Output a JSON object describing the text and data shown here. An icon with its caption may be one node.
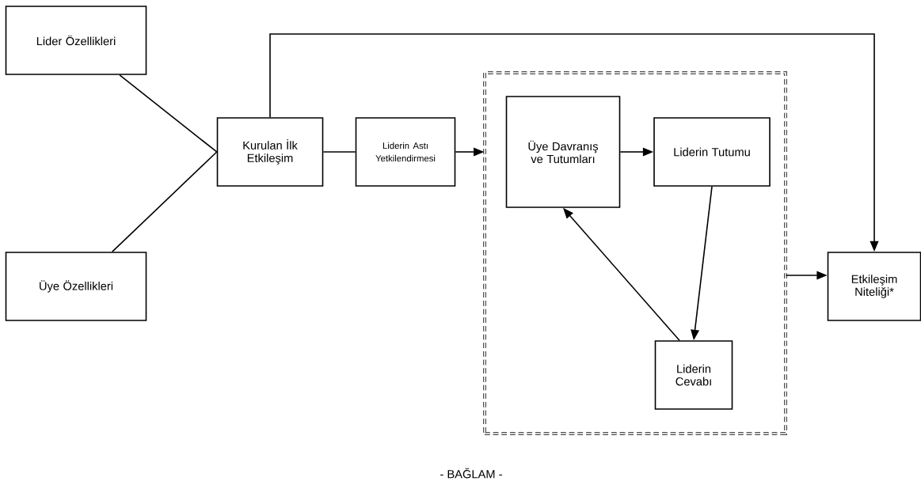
{
  "diagram": {
    "nodes": [
      {
        "text": [
          "Lider Özellikleri"
        ]
      },
      {
        "text": [
          "Üye Özellikleri"
        ]
      },
      {
        "text": [
          "Kurulan İlk Etkileşim"
        ]
      },
      {
        "text": [
          "Liderin Astı Yetkilendirmesi"
        ]
      },
      {
        "text": [],
        "shape": "box"
      },
      {
        "text": [
          "Üye Davranış ve Tutumları"
        ],
        "in": 4
      },
      {
        "text": [
          "Liderin Tutumu"
        ],
        "in": 4
      },
      {
        "text": [
          "Liderin Cevabı"
        ],
        "in": 4
      },
      {
        "text": [
          "Etkileşim Niteliği*"
        ]
      }
    ],
    "edges": [
      {
        "from": 0,
        "to": 2,
        "arrow": "none"
      },
      {
        "from": 1,
        "to": 2,
        "arrow": "none"
      },
      {
        "from": 2,
        "to": 3,
        "arrow": "none"
      },
      {
        "from": 3,
        "to": 4,
        "arrow": "to"
      },
      {
        "from": 5,
        "to": 6,
        "arrow": "to"
      },
      {
        "from": 6,
        "to": 7,
        "arrow": "to"
      },
      {
        "from": 7,
        "to": 5,
        "arrow": "to"
      },
      {
        "from": 4,
        "to": 8,
        "arrow": "to"
      },
      {
        "from": 2,
        "to": 8,
        "arrow": "to"
      }
    ],
    "labels": [
      "- BAĞLAM -"
    ]
  }
}
